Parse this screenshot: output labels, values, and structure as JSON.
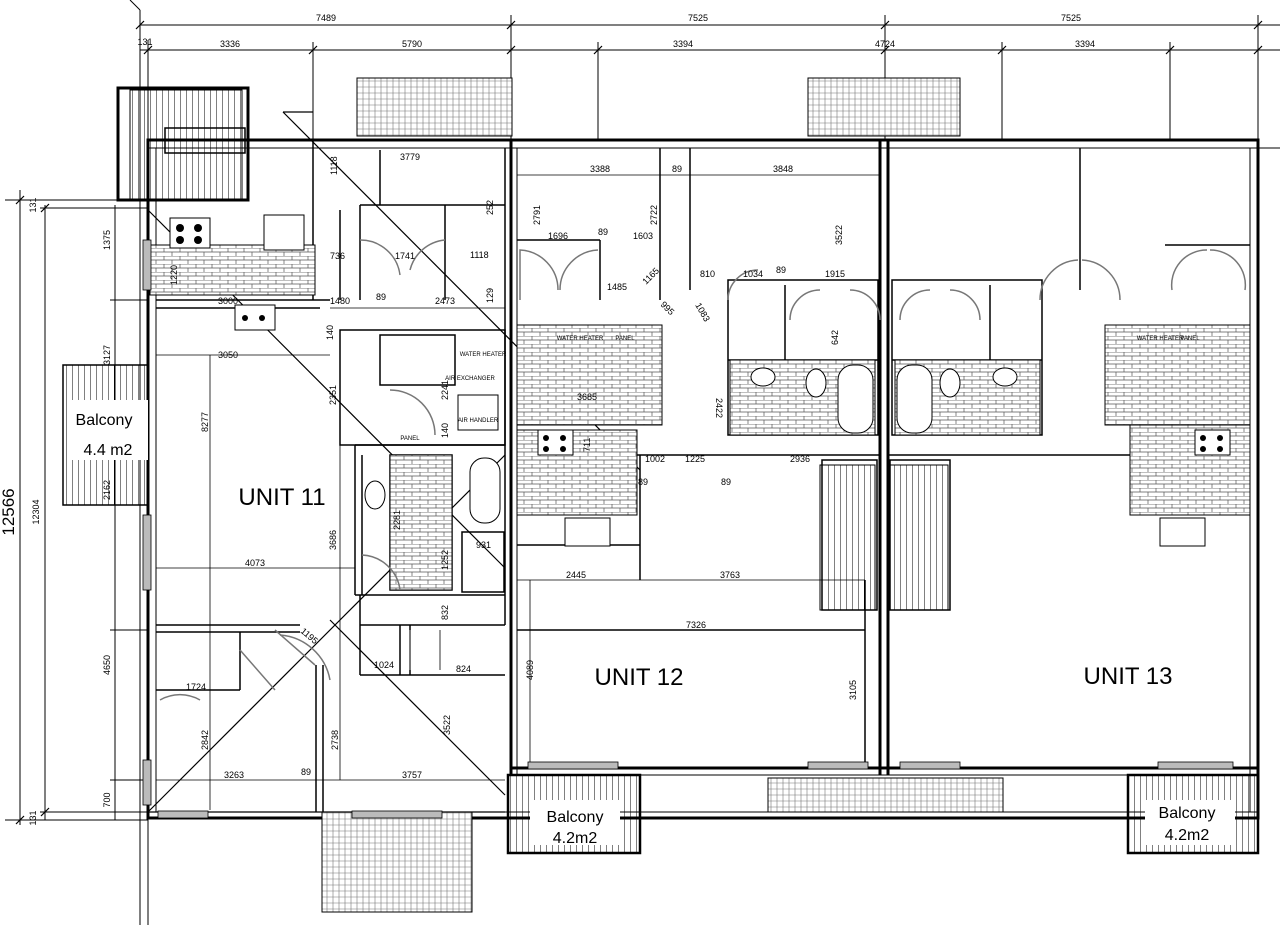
{
  "units": {
    "unit11": "UNIT 11",
    "unit12": "UNIT 12",
    "unit13": "UNIT 13"
  },
  "balconies": {
    "left_name": "Balcony",
    "left_area": "4.4 m2",
    "mid_name": "Balcony",
    "mid_area": "4.2m2",
    "right_name": "Balcony",
    "right_area": "4.2m2"
  },
  "overall": {
    "height": "12566",
    "height_inner": "12304"
  },
  "top_dims": [
    "7489",
    "7525",
    "7525"
  ],
  "top_dims2": [
    "131",
    "3336",
    "5790",
    "3394",
    "4724",
    "3394"
  ],
  "left_dims": [
    "131",
    "1375",
    "3127",
    "2162",
    "4650",
    "700",
    "131"
  ],
  "equipment": {
    "water_heater": "WATER HEATER",
    "air_handler": "AIR HANDLER",
    "panel": "PANEL",
    "air_exchanger": "AIR EXCHANGER"
  },
  "room_dims": {
    "d3779": "3779",
    "d1118": "1118",
    "d252": "252",
    "d736": "736",
    "d1741": "1741",
    "d89": "89",
    "d1118b": "1118",
    "d3388": "3388",
    "d3848": "3848",
    "d2791": "2791",
    "d2722": "2722",
    "d1696": "1696",
    "d1603": "1603",
    "d3522": "3522",
    "d1485": "1485",
    "d1165": "1165",
    "d810": "810",
    "d1034": "1034",
    "d1915": "1915",
    "d995": "995",
    "d1083": "1083",
    "d642": "642",
    "d1220": "1220",
    "d3000": "3000",
    "d1480": "1480",
    "d2473": "2473",
    "d129": "129",
    "d140": "140",
    "d3050": "3050",
    "d2351": "2351",
    "d2241": "2241",
    "d8277": "8277",
    "d2422": "2422",
    "d3685": "3685",
    "d711": "711",
    "d1002": "1002",
    "d1225": "1225",
    "d2936": "2936",
    "d3686": "3686",
    "d2281": "2281",
    "d931": "931",
    "d4073": "4073",
    "d1252": "1252",
    "d2445": "2445",
    "d3763": "3763",
    "d7326": "7326",
    "d1195": "1195",
    "d832": "832",
    "d1024": "1024",
    "d824": "824",
    "d4089": "4089",
    "d1724": "1724",
    "d3105": "3105",
    "d2842": "2842",
    "d2738": "2738",
    "d3263": "3263",
    "d3757": "3757"
  }
}
